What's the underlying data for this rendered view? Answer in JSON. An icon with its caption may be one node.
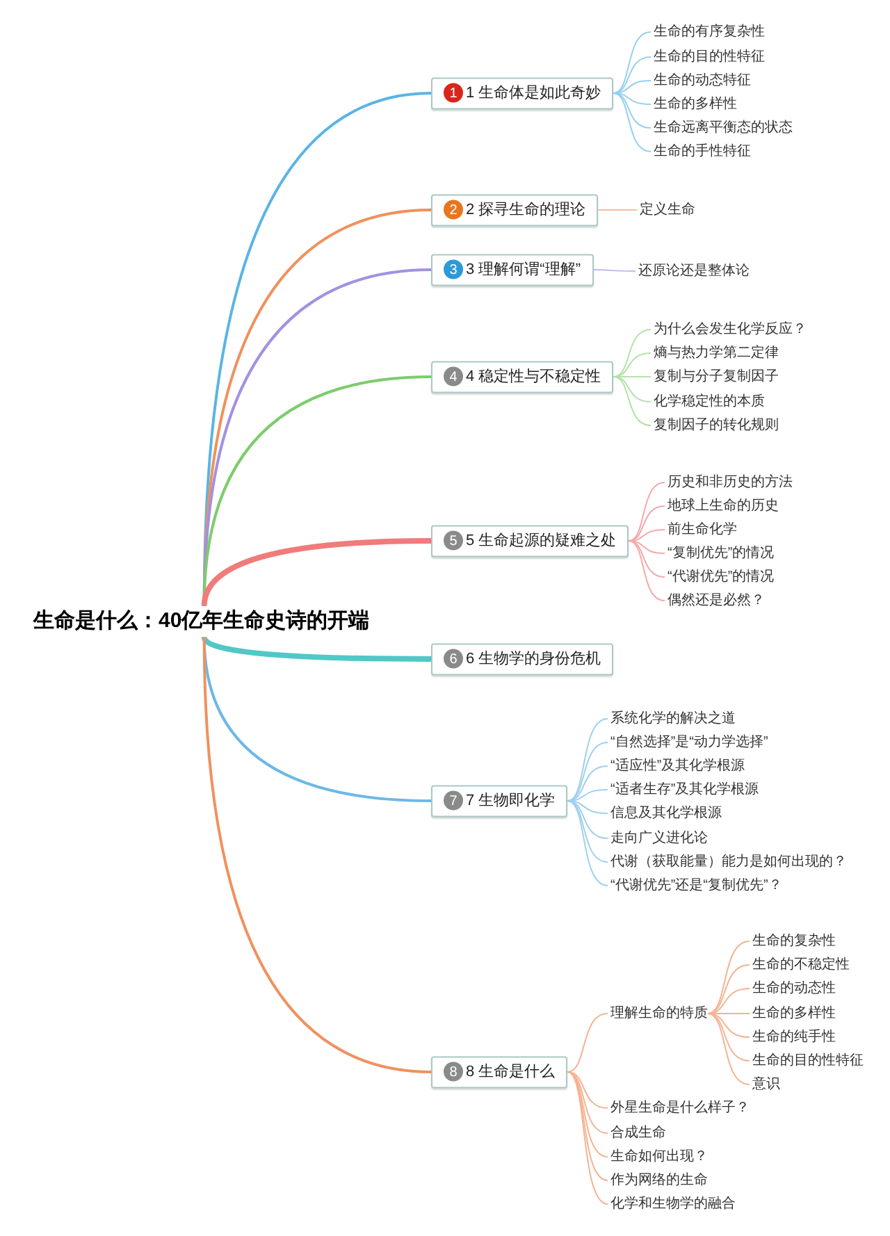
{
  "diagram": {
    "nodes": [
      {
        "text": [
          "生命是什么：40亿年生命史诗的开端"
        ]
      },
      {
        "text": [
          "1",
          "1 生命体是如此奇妙"
        ]
      },
      {
        "text": [
          "生命的有序复杂性"
        ]
      },
      {
        "text": [
          "生命的目的性特征"
        ]
      },
      {
        "text": [
          "生命的动态特征"
        ]
      },
      {
        "text": [
          "生命的多样性"
        ]
      },
      {
        "text": [
          "生命远离平衡态的状态"
        ]
      },
      {
        "text": [
          "生命的手性特征"
        ]
      },
      {
        "text": [
          "2",
          "2 探寻生命的理论"
        ]
      },
      {
        "text": [
          "定义生命"
        ]
      },
      {
        "text": [
          "3",
          "3 理解何谓“理解”"
        ]
      },
      {
        "text": [
          "还原论还是整体论"
        ]
      },
      {
        "text": [
          "4",
          "4 稳定性与不稳定性"
        ]
      },
      {
        "text": [
          "为什么会发生化学反应？"
        ]
      },
      {
        "text": [
          "熵与热力学第二定律"
        ]
      },
      {
        "text": [
          "复制与分子复制因子"
        ]
      },
      {
        "text": [
          "化学稳定性的本质"
        ]
      },
      {
        "text": [
          "复制因子的转化规则"
        ]
      },
      {
        "text": [
          "5",
          "5 生命起源的疑难之处"
        ]
      },
      {
        "text": [
          "历史和非历史的方法"
        ]
      },
      {
        "text": [
          "地球上生命的历史"
        ]
      },
      {
        "text": [
          "前生命化学"
        ]
      },
      {
        "text": [
          "“复制优先”的情况"
        ]
      },
      {
        "text": [
          "“代谢优先”的情况"
        ]
      },
      {
        "text": [
          "偶然还是必然？"
        ]
      },
      {
        "text": [
          "6",
          "6 生物学的身份危机"
        ]
      },
      {
        "text": [
          "7",
          "7 生物即化学"
        ]
      },
      {
        "text": [
          "系统化学的解决之道"
        ]
      },
      {
        "text": [
          "“自然选择”是“动力学选择”"
        ]
      },
      {
        "text": [
          "“适应性”及其化学根源"
        ]
      },
      {
        "text": [
          "“适者生存”及其化学根源"
        ]
      },
      {
        "text": [
          "信息及其化学根源"
        ]
      },
      {
        "text": [
          "走向广义进化论"
        ]
      },
      {
        "text": [
          "代谢（获取能量）能力是如何出现的？"
        ]
      },
      {
        "text": [
          "“代谢优先”还是“复制优先”？"
        ]
      },
      {
        "text": [
          "8",
          "8 生命是什么"
        ]
      },
      {
        "text": [
          "理解生命的特质"
        ]
      },
      {
        "text": [
          "生命的复杂性"
        ]
      },
      {
        "text": [
          "生命的不稳定性"
        ]
      },
      {
        "text": [
          "生命的动态性"
        ]
      },
      {
        "text": [
          "生命的多样性"
        ]
      },
      {
        "text": [
          "生命的纯手性"
        ]
      },
      {
        "text": [
          "生命的目的性特征"
        ]
      },
      {
        "text": [
          "意识"
        ]
      },
      {
        "text": [
          "外星生命是什么样子？"
        ]
      },
      {
        "text": [
          "合成生命"
        ]
      },
      {
        "text": [
          "生命如何出现？"
        ]
      },
      {
        "text": [
          "作为网络的生命"
        ]
      },
      {
        "text": [
          "化学和生物学的融合"
        ]
      }
    ],
    "edges": [
      {
        "from": 0,
        "to": 1,
        "arrow": "none",
        "color": "#5ab4e5"
      },
      {
        "from": 1,
        "to": 2,
        "arrow": "none",
        "color": "#95d0f0"
      },
      {
        "from": 1,
        "to": 3,
        "arrow": "none",
        "color": "#95d0f0"
      },
      {
        "from": 1,
        "to": 4,
        "arrow": "none",
        "color": "#95d0f0"
      },
      {
        "from": 1,
        "to": 5,
        "arrow": "none",
        "color": "#95d0f0"
      },
      {
        "from": 1,
        "to": 6,
        "arrow": "none",
        "color": "#95d0f0"
      },
      {
        "from": 1,
        "to": 7,
        "arrow": "none",
        "color": "#95d0f0"
      },
      {
        "from": 0,
        "to": 8,
        "arrow": "none",
        "color": "#f0915f"
      },
      {
        "from": 8,
        "to": 9,
        "arrow": "none",
        "color": "#f6bca0"
      },
      {
        "from": 0,
        "to": 10,
        "arrow": "none",
        "color": "#a391e0"
      },
      {
        "from": 10,
        "to": 11,
        "arrow": "none",
        "color": "#c2b6ec"
      },
      {
        "from": 0,
        "to": 12,
        "arrow": "none",
        "color": "#7dcc6d"
      },
      {
        "from": 12,
        "to": 13,
        "arrow": "none",
        "color": "#b3e2a8"
      },
      {
        "from": 12,
        "to": 14,
        "arrow": "none",
        "color": "#b3e2a8"
      },
      {
        "from": 12,
        "to": 15,
        "arrow": "none",
        "color": "#b3e2a8"
      },
      {
        "from": 12,
        "to": 16,
        "arrow": "none",
        "color": "#b3e2a8"
      },
      {
        "from": 12,
        "to": 17,
        "arrow": "none",
        "color": "#b3e2a8"
      },
      {
        "from": 0,
        "to": 18,
        "arrow": "none",
        "style": "thick",
        "color": "#f07b7b"
      },
      {
        "from": 18,
        "to": 19,
        "arrow": "none",
        "color": "#f5a8a8"
      },
      {
        "from": 18,
        "to": 20,
        "arrow": "none",
        "color": "#f5a8a8"
      },
      {
        "from": 18,
        "to": 21,
        "arrow": "none",
        "color": "#f5a8a8"
      },
      {
        "from": 18,
        "to": 22,
        "arrow": "none",
        "color": "#f5a8a8"
      },
      {
        "from": 18,
        "to": 23,
        "arrow": "none",
        "color": "#f5a8a8"
      },
      {
        "from": 18,
        "to": 24,
        "arrow": "none",
        "color": "#f5a8a8"
      },
      {
        "from": 0,
        "to": 25,
        "arrow": "none",
        "style": "thick",
        "color": "#52c7c7"
      },
      {
        "from": 0,
        "to": 26,
        "arrow": "none",
        "color": "#6db8e6"
      },
      {
        "from": 26,
        "to": 27,
        "arrow": "none",
        "color": "#9fd0ef"
      },
      {
        "from": 26,
        "to": 28,
        "arrow": "none",
        "color": "#9fd0ef"
      },
      {
        "from": 26,
        "to": 29,
        "arrow": "none",
        "color": "#9fd0ef"
      },
      {
        "from": 26,
        "to": 30,
        "arrow": "none",
        "color": "#9fd0ef"
      },
      {
        "from": 26,
        "to": 31,
        "arrow": "none",
        "color": "#9fd0ef"
      },
      {
        "from": 26,
        "to": 32,
        "arrow": "none",
        "color": "#9fd0ef"
      },
      {
        "from": 26,
        "to": 33,
        "arrow": "none",
        "color": "#9fd0ef"
      },
      {
        "from": 26,
        "to": 34,
        "arrow": "none",
        "color": "#9fd0ef"
      },
      {
        "from": 0,
        "to": 35,
        "arrow": "none",
        "color": "#f0915f"
      },
      {
        "from": 35,
        "to": 36,
        "arrow": "none",
        "color": "#f5b393"
      },
      {
        "from": 36,
        "to": 37,
        "arrow": "none",
        "color": "#f5b393"
      },
      {
        "from": 36,
        "to": 38,
        "arrow": "none",
        "color": "#f5b393"
      },
      {
        "from": 36,
        "to": 39,
        "arrow": "none",
        "color": "#f5b393"
      },
      {
        "from": 36,
        "to": 40,
        "arrow": "none",
        "color": "#f5b393"
      },
      {
        "from": 36,
        "to": 41,
        "arrow": "none",
        "color": "#f5b393"
      },
      {
        "from": 36,
        "to": 42,
        "arrow": "none",
        "color": "#f5b393"
      },
      {
        "from": 36,
        "to": 43,
        "arrow": "none",
        "color": "#f5b393"
      },
      {
        "from": 35,
        "to": 44,
        "arrow": "none",
        "color": "#f5b393"
      },
      {
        "from": 35,
        "to": 45,
        "arrow": "none",
        "color": "#f5b393"
      },
      {
        "from": 35,
        "to": 46,
        "arrow": "none",
        "color": "#f5b393"
      },
      {
        "from": 35,
        "to": 47,
        "arrow": "none",
        "color": "#f5b393"
      },
      {
        "from": 35,
        "to": 48,
        "arrow": "none",
        "color": "#f5b393"
      }
    ]
  }
}
